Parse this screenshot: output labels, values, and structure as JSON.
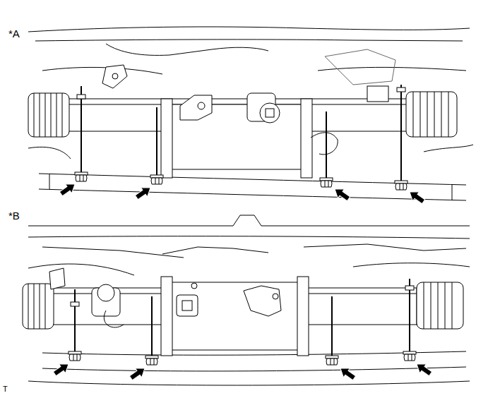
{
  "diagram": {
    "labels": [
      "*A",
      "*B",
      "T"
    ]
  }
}
